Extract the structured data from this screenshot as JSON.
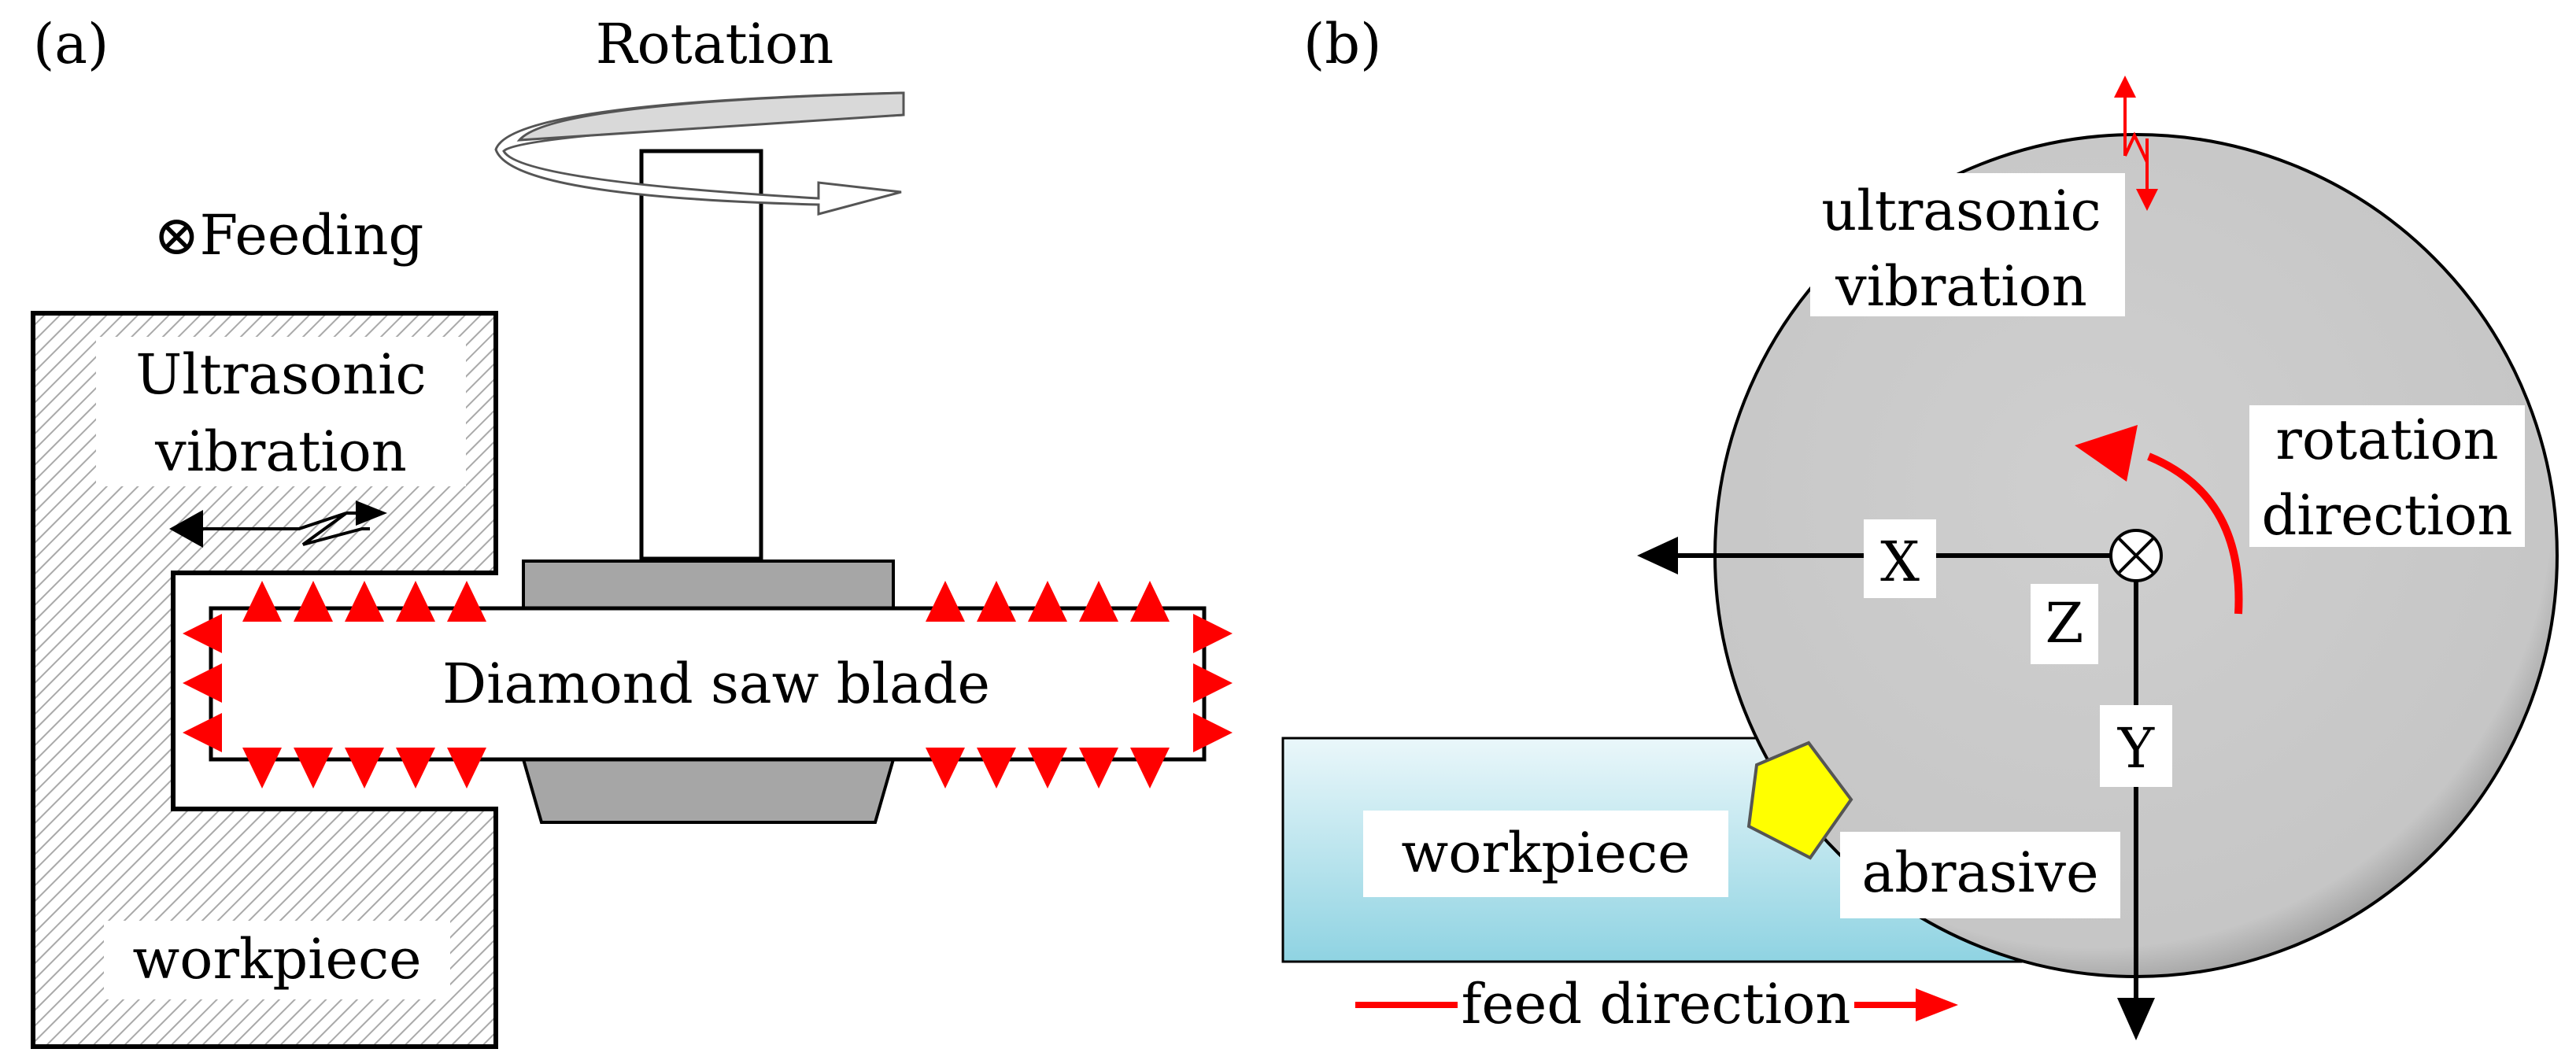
{
  "panel_a": {
    "label": "(a)",
    "rotation_label": "Rotation",
    "feeding_label": "⊗Feeding",
    "ultrasonic_line1": "Ultrasonic",
    "ultrasonic_line2": "vibration",
    "blade_label": "Diamond saw blade",
    "workpiece_label": "workpiece"
  },
  "panel_b": {
    "label": "(b)",
    "ultrasonic_line1": "ultrasonic",
    "ultrasonic_line2": "vibration",
    "rotation_line1": "rotation",
    "rotation_line2": "direction",
    "axis_x": "X",
    "axis_y": "Y",
    "axis_z": "Z",
    "workpiece_label": "workpiece",
    "abrasive_label": "abrasive",
    "feed_label": "feed direction"
  },
  "colors": {
    "accent_red": "#ff0000",
    "blade_gray": "#a6a6a6",
    "disk_gray": "#c8c8c8",
    "abrasive_yellow": "#ffff00",
    "workpiece_cyan": "#a6dde8"
  }
}
